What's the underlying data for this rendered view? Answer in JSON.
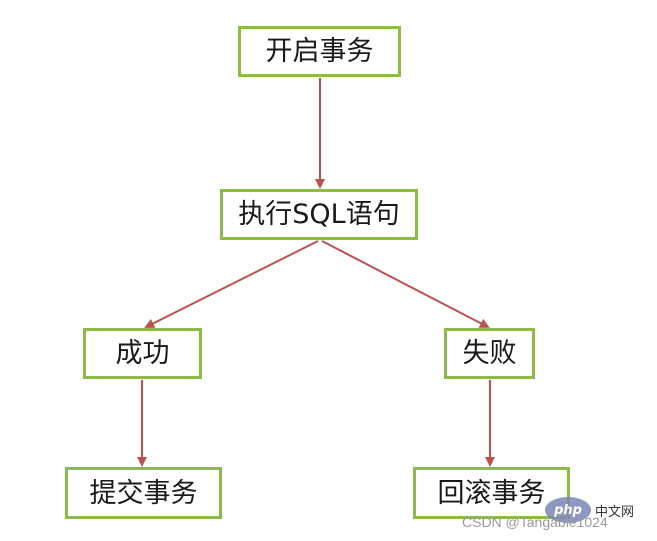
{
  "nodes": {
    "start": "开启事务",
    "exec": "执行SQL语句",
    "success": "成功",
    "fail": "失败",
    "commit": "提交事务",
    "rollback": "回滚事务"
  },
  "colors": {
    "box_border": "#8dbb45",
    "arrow": "#c0504d",
    "text": "#1a1a1a"
  },
  "watermark": {
    "logo_text": "php",
    "site_label": "中文网",
    "csdn": "CSDN @Tangable1024"
  }
}
